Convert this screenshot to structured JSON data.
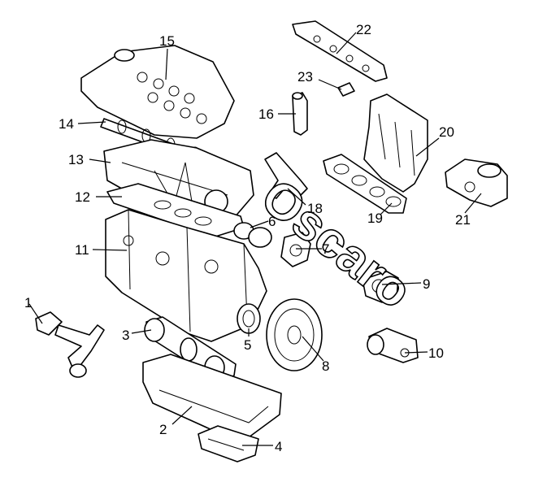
{
  "watermark": "Oscaro",
  "callouts": [
    {
      "id": "1",
      "label": "1"
    },
    {
      "id": "2",
      "label": "2"
    },
    {
      "id": "3",
      "label": "3"
    },
    {
      "id": "4",
      "label": "4"
    },
    {
      "id": "5",
      "label": "5"
    },
    {
      "id": "6",
      "label": "6"
    },
    {
      "id": "7",
      "label": "7"
    },
    {
      "id": "8",
      "label": "8"
    },
    {
      "id": "9",
      "label": "9"
    },
    {
      "id": "10",
      "label": "10"
    },
    {
      "id": "11",
      "label": "11"
    },
    {
      "id": "12",
      "label": "12"
    },
    {
      "id": "13",
      "label": "13"
    },
    {
      "id": "14",
      "label": "14"
    },
    {
      "id": "15",
      "label": "15"
    },
    {
      "id": "16",
      "label": "16"
    },
    {
      "id": "18",
      "label": "18"
    },
    {
      "id": "19",
      "label": "19"
    },
    {
      "id": "20",
      "label": "20"
    },
    {
      "id": "21",
      "label": "21"
    },
    {
      "id": "22",
      "label": "22"
    },
    {
      "id": "23",
      "label": "23"
    }
  ]
}
